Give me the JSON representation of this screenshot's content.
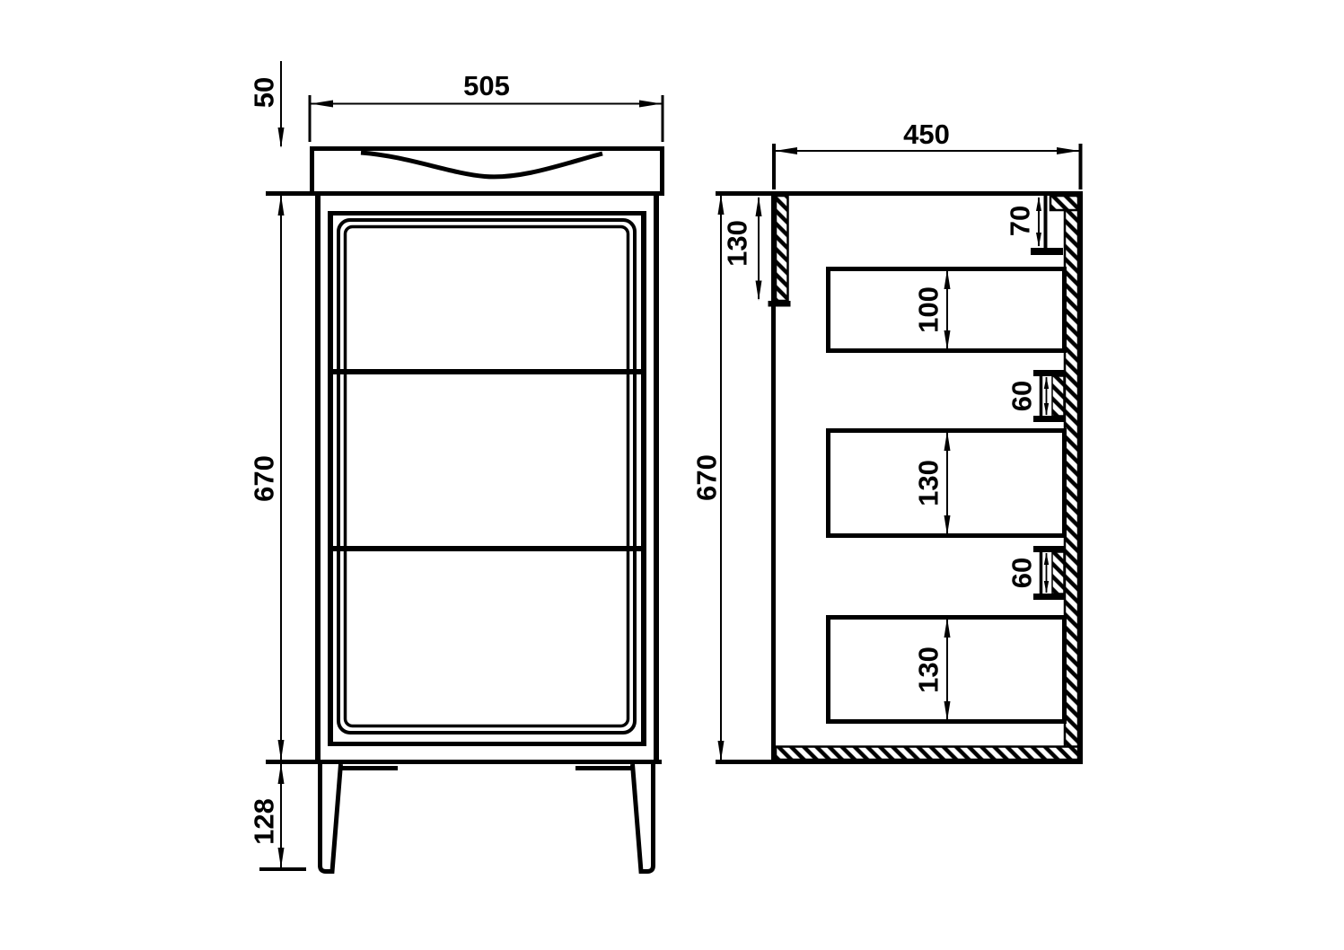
{
  "drawing": {
    "type": "technical-drawing",
    "background": "#ffffff",
    "line_color": "#000000",
    "front_view": {
      "width": "505",
      "top_height": "50",
      "body_height": "670",
      "leg_height": "128"
    },
    "side_view": {
      "depth": "450",
      "height": "670",
      "top_inset": "130",
      "top_rail": "70",
      "drawer_top": "100",
      "rail_1": "60",
      "drawer_middle": "130",
      "rail_2": "60",
      "drawer_bottom": "130"
    }
  }
}
